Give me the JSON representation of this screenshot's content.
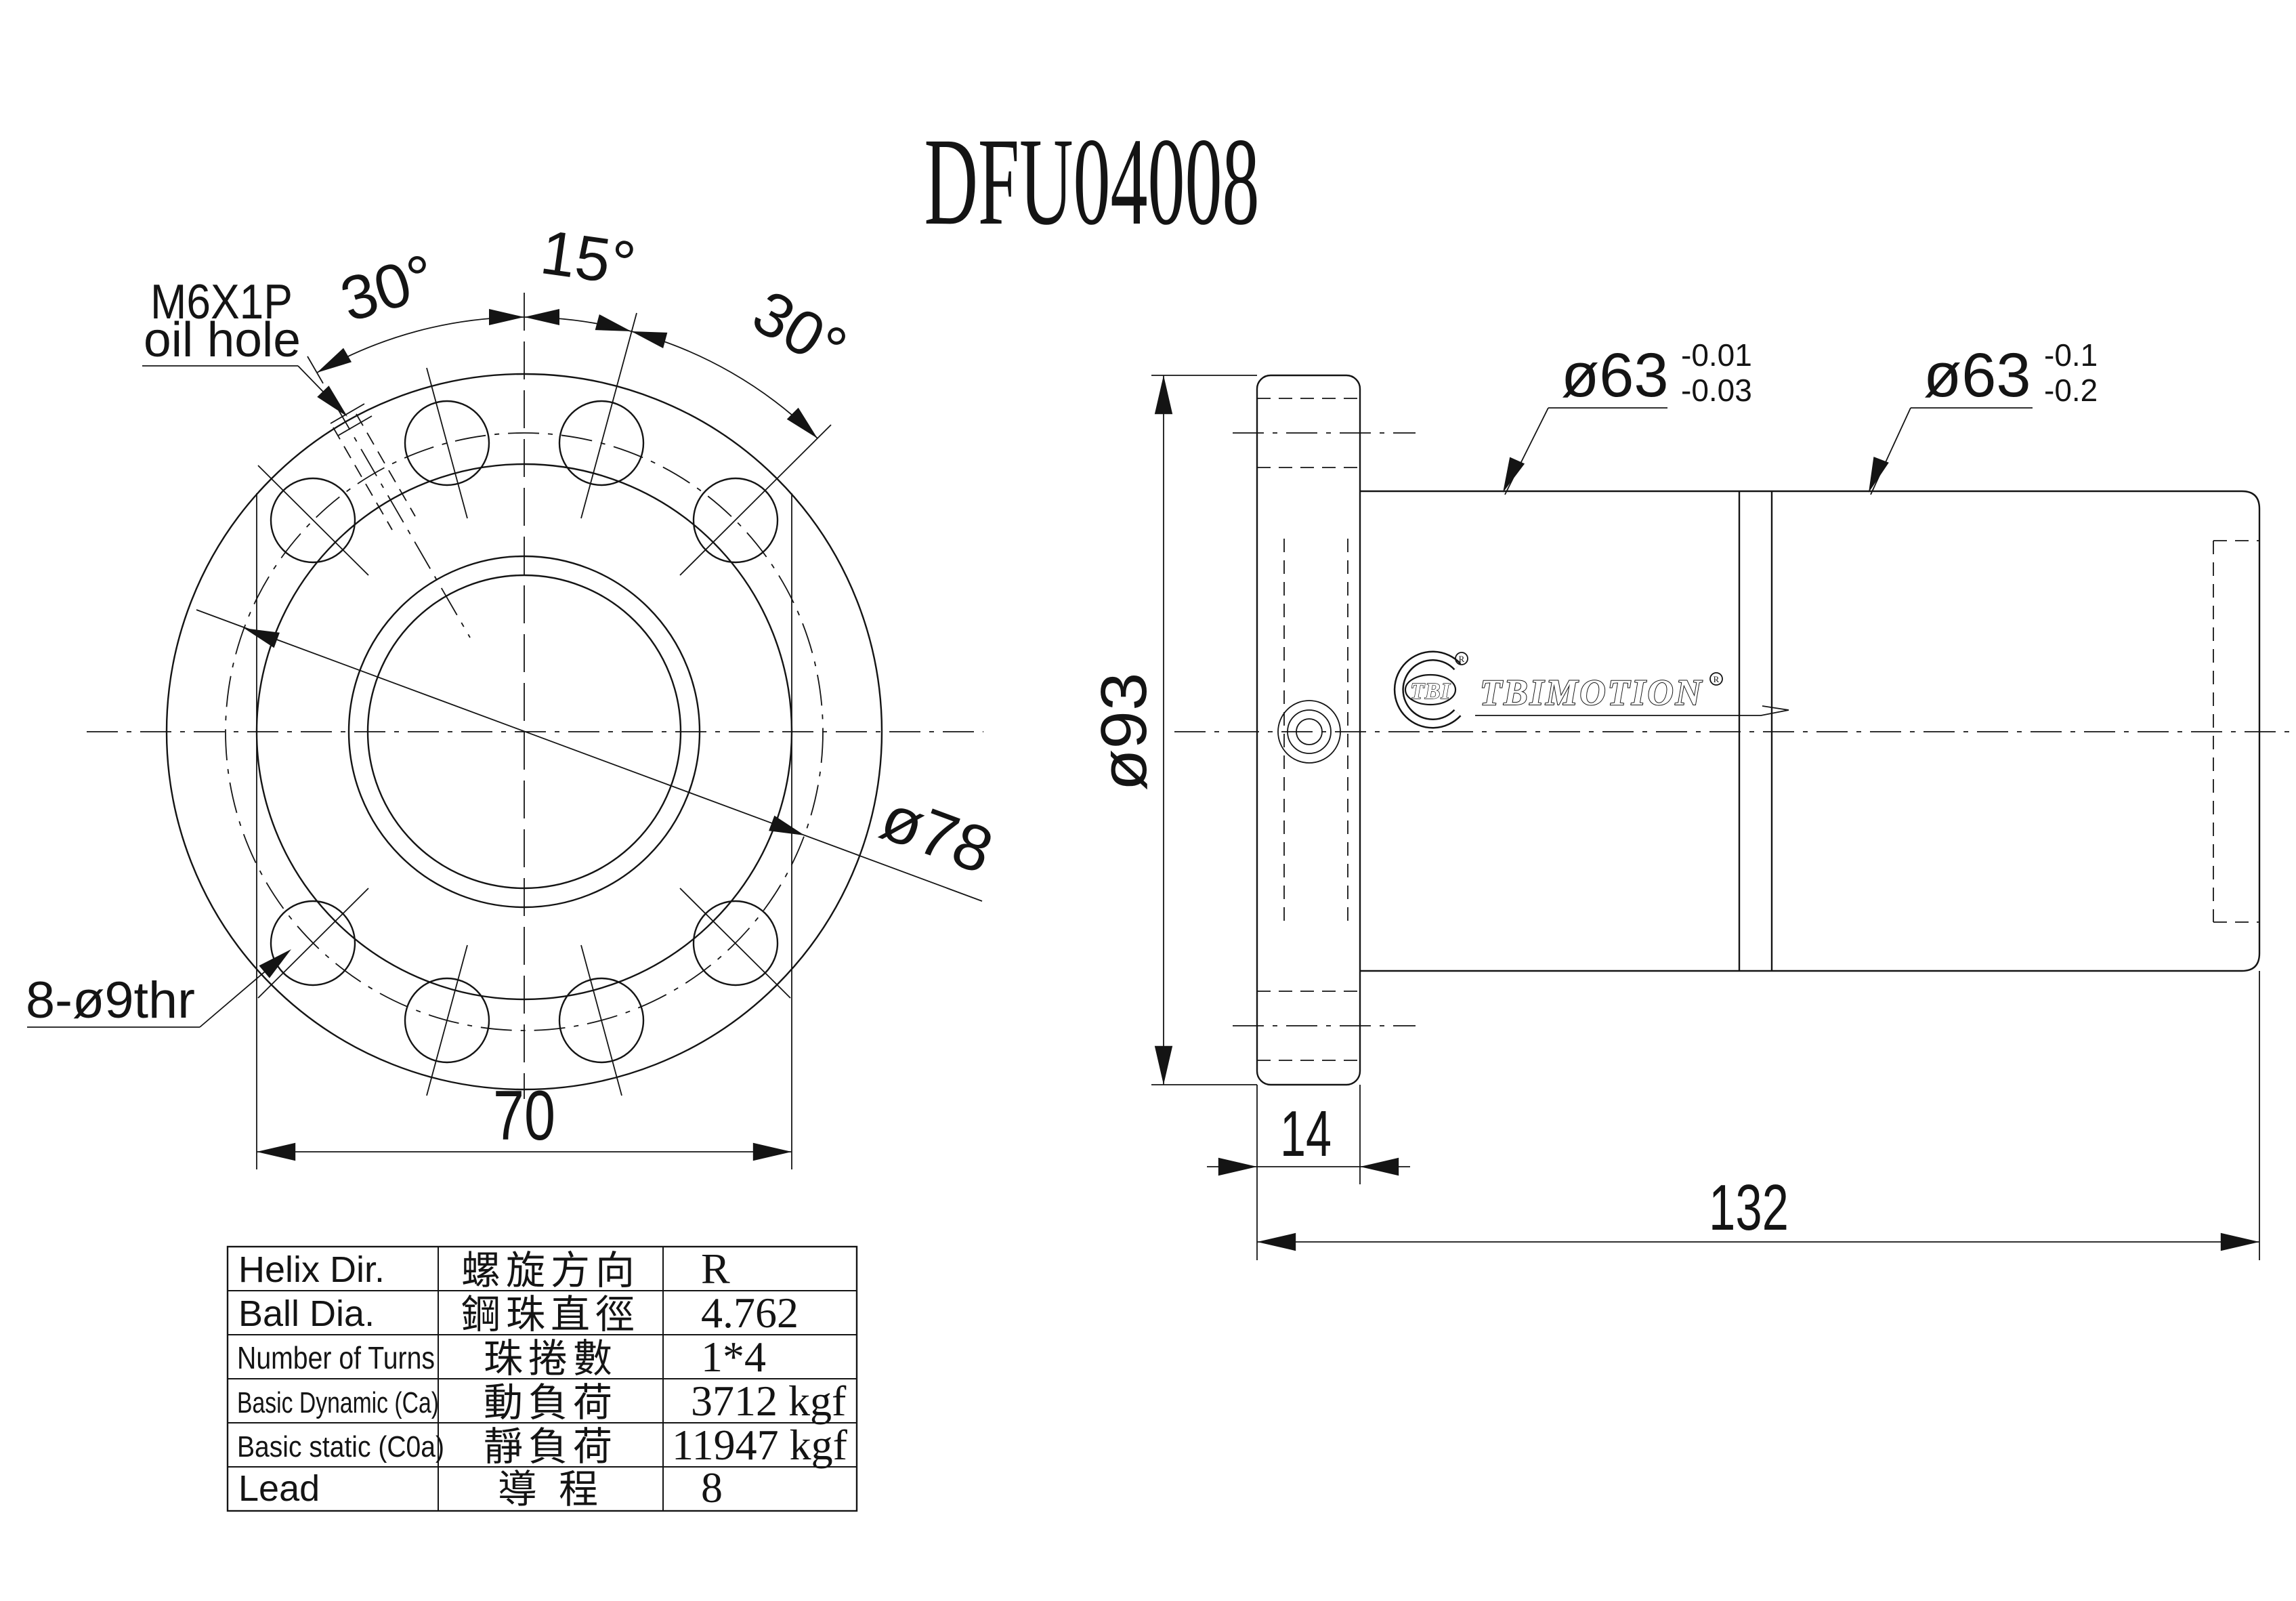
{
  "title": "DFU04008",
  "front_view": {
    "oil_hole_label_line1": "M6X1P",
    "oil_hole_label_line2": "oil hole",
    "bolt_hole_label": "8-ø9thr",
    "angle_left": "30°",
    "angle_middle": "15°",
    "angle_right": "30°",
    "pitch_circle_diameter": "ø78",
    "flat_width": "70"
  },
  "side_view": {
    "flange_diameter": "ø93",
    "flange_thickness": "14",
    "overall_length": "132",
    "body_diameter_front": "ø63",
    "body_diameter_front_tol_upper": "-0.01",
    "body_diameter_front_tol_lower": "-0.03",
    "body_diameter_rear": "ø63",
    "body_diameter_rear_tol_upper": "-0.1",
    "body_diameter_rear_tol_lower": "-0.2",
    "logo_monogram": "TBI",
    "logo_brand": "TBIMOTION",
    "registered_mark": "R"
  },
  "spec_table": {
    "rows": [
      {
        "en": "Helix  Dir.",
        "zh": "螺旋方向",
        "value": "R"
      },
      {
        "en": "Ball Dia.",
        "zh": "鋼珠直徑",
        "value": "4.762"
      },
      {
        "en": "Number of Turns",
        "zh": "珠捲數",
        "value": "1*4"
      },
      {
        "en": "Basic Dynamic (Ca)",
        "zh": "動負荷",
        "value": "3712 kgf"
      },
      {
        "en": "Basic static (C0a)",
        "zh": "靜負荷",
        "value": "11947 kgf"
      },
      {
        "en": "Lead",
        "zh": "導  程",
        "value": "8"
      }
    ]
  },
  "colors": {
    "line": "#141414",
    "background": "#ffffff"
  }
}
